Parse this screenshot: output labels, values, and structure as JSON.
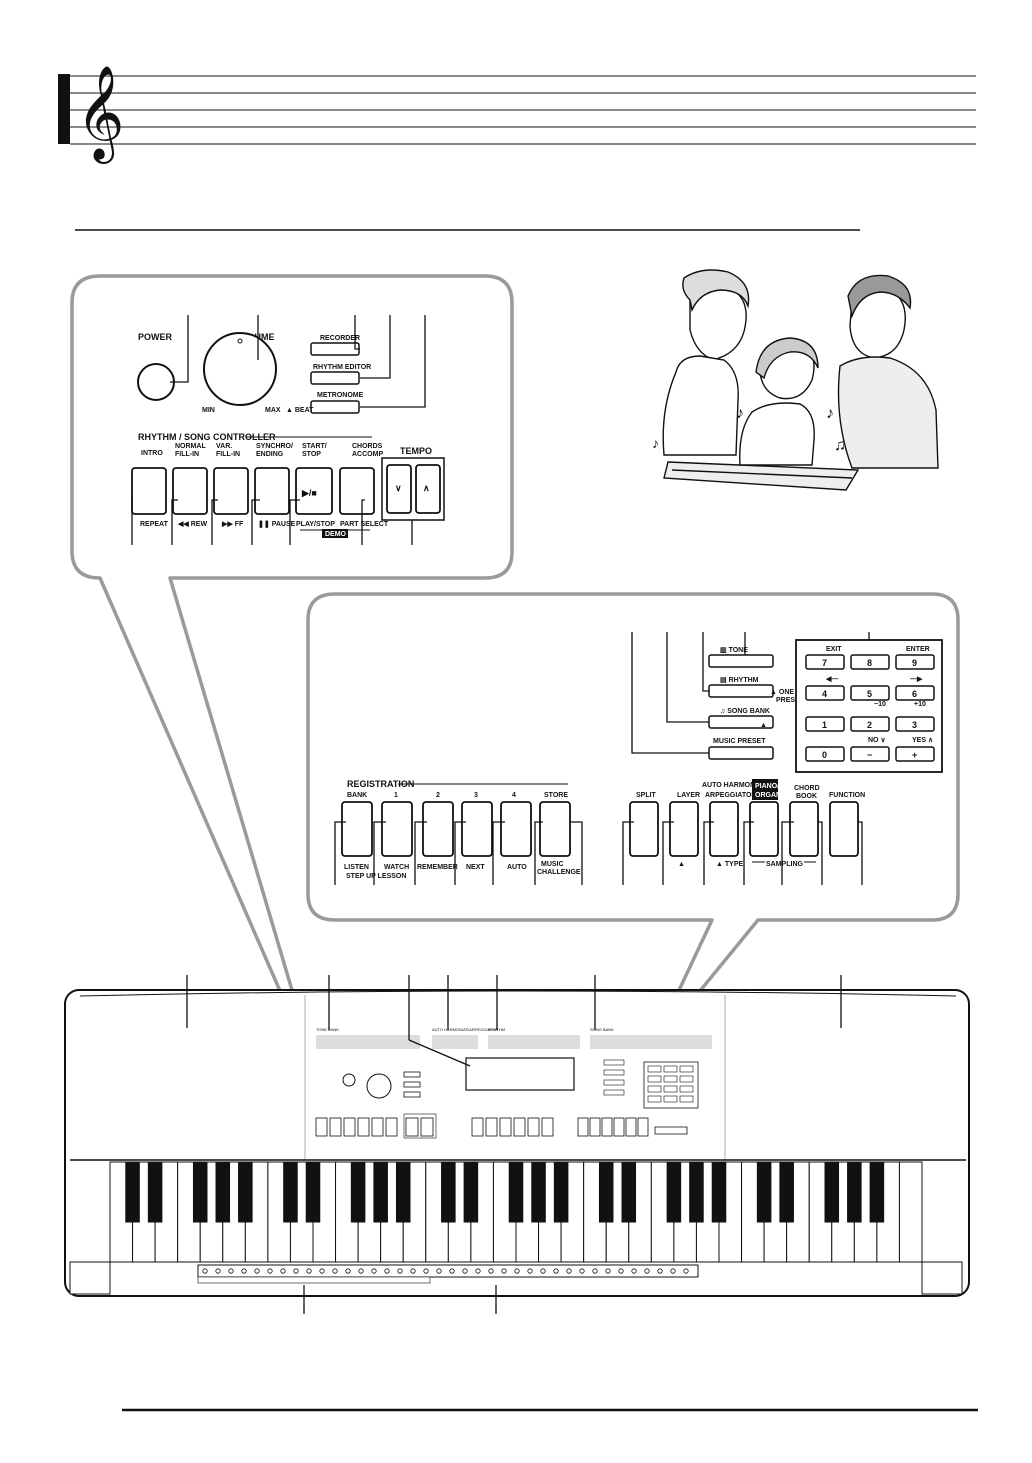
{
  "top_panel": {
    "power": "POWER",
    "volume": "VOLUME",
    "min": "MIN",
    "max": "MAX",
    "recorder": "RECORDER",
    "rhythm_editor": "RHYTHM EDITOR",
    "metronome": "METRONOME",
    "beat": "BEAT",
    "rhythm_song_controller": "RHYTHM / SONG CONTROLLER",
    "intro": "INTRO",
    "normal_fill_in": [
      "NORMAL",
      "FILL-IN"
    ],
    "var_fill_in": [
      "VAR.",
      "FILL-IN"
    ],
    "synchro_ending": [
      "SYNCHRO/",
      "ENDING"
    ],
    "start_stop": [
      "START/",
      "STOP"
    ],
    "chords_accomp": [
      "CHORDS",
      "ACCOMP"
    ],
    "tempo": "TEMPO",
    "play_symbol": "▶/■",
    "tempo_down": "∨",
    "tempo_up": "∧",
    "repeat": "REPEAT",
    "rew": "REW",
    "ff": "FF",
    "pause": "PAUSE",
    "play_stop": "PLAY/STOP",
    "part_select": "PART SELECT",
    "demo": "DEMO"
  },
  "right_panel": {
    "tone": "TONE",
    "rhythm": "RHYTHM",
    "one_touch_preset": [
      "ONE TOUCH",
      "PRESET"
    ],
    "song_bank": "SONG BANK",
    "music_preset": "MUSIC PRESET",
    "exit": "EXIT",
    "enter": "ENTER",
    "keypad": [
      "7",
      "8",
      "9",
      "4",
      "5",
      "6",
      "1",
      "2",
      "3",
      "0",
      "−",
      "+"
    ],
    "minus10": "−10",
    "plus10": "+10",
    "no": "NO ∨",
    "yes": "YES ∧",
    "registration": "REGISTRATION",
    "bank": "BANK",
    "reg_numbers": [
      "1",
      "2",
      "3",
      "4"
    ],
    "store": "STORE",
    "listen": "LISTEN",
    "watch": "WATCH",
    "remember": "REMEMBER",
    "next": "NEXT",
    "auto": "AUTO",
    "music_challenge": [
      "MUSIC",
      "CHALLENGE"
    ],
    "step_up_lesson": "STEP UP LESSON",
    "split": "SPLIT",
    "layer": "LAYER",
    "auto_harmonize": [
      "AUTO HARMONIZE/",
      "ARPEGGIATOR"
    ],
    "piano_organ": [
      "PIANO/",
      "ORGAN"
    ],
    "chord_book": [
      "CHORD",
      "BOOK"
    ],
    "function": "FUNCTION",
    "type": "TYPE",
    "sampling": "SAMPLING"
  },
  "keyboard": {
    "top_labels": [
      "TONE BANK",
      "AUTO HARMONIZE/ARPEGGIATOR",
      "RHYTHM",
      "SONG BANK"
    ]
  }
}
